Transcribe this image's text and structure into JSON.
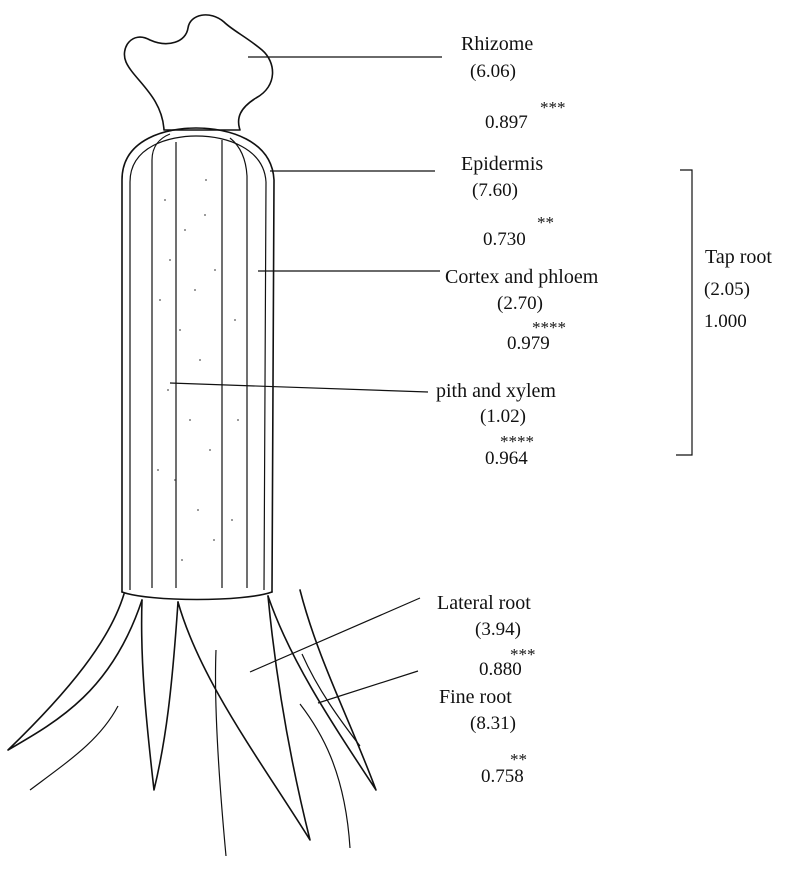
{
  "labels": {
    "rhizome": {
      "name": "Rhizome",
      "ratio": "(6.06)",
      "corr": "0.897",
      "sig": "***"
    },
    "epidermis": {
      "name": "Epidermis",
      "ratio": "(7.60)",
      "corr": "0.730",
      "sig": "**"
    },
    "cortex": {
      "name": "Cortex and phloem",
      "ratio": "(2.70)",
      "corr": "0.979",
      "sig": "****"
    },
    "pith": {
      "name": "pith and xylem",
      "ratio": "(1.02)",
      "corr": "0.964",
      "sig": "****"
    },
    "lateral": {
      "name": "Lateral root",
      "ratio": "(3.94)",
      "corr": "0.880",
      "sig": "***"
    },
    "fine": {
      "name": "Fine root",
      "ratio": "(8.31)",
      "corr": "0.758",
      "sig": "**"
    }
  },
  "taproot": {
    "name": "Tap root",
    "ratio": "(2.05)",
    "corr": "1.000"
  },
  "colors": {
    "ink": "#111111",
    "background": "#ffffff"
  }
}
